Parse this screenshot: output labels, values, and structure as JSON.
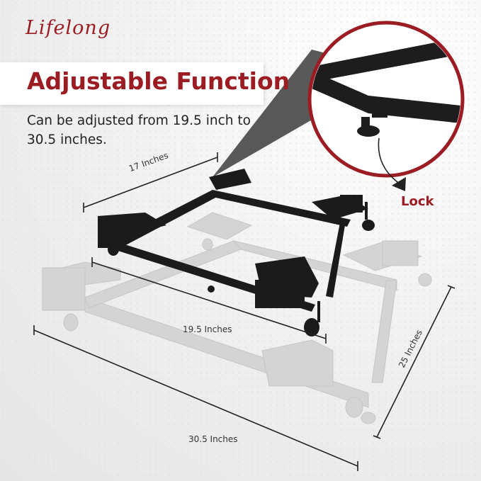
{
  "brand": {
    "logo_text": "Lifelong"
  },
  "heading": {
    "title": "Adjustable Function",
    "subtitle": "Can be adjusted from 19.5 inch to 30.5 inches."
  },
  "dimensions": {
    "top": "17 Inches",
    "inner_length": "19.5 Inches",
    "outer_length": "30.5 Inches",
    "depth": "25 Inches"
  },
  "callout": {
    "label": "Lock"
  },
  "colors": {
    "brand": "#9b1c22",
    "frame": "#1b1b1b",
    "ghost_frame": "#cfcfcf"
  }
}
